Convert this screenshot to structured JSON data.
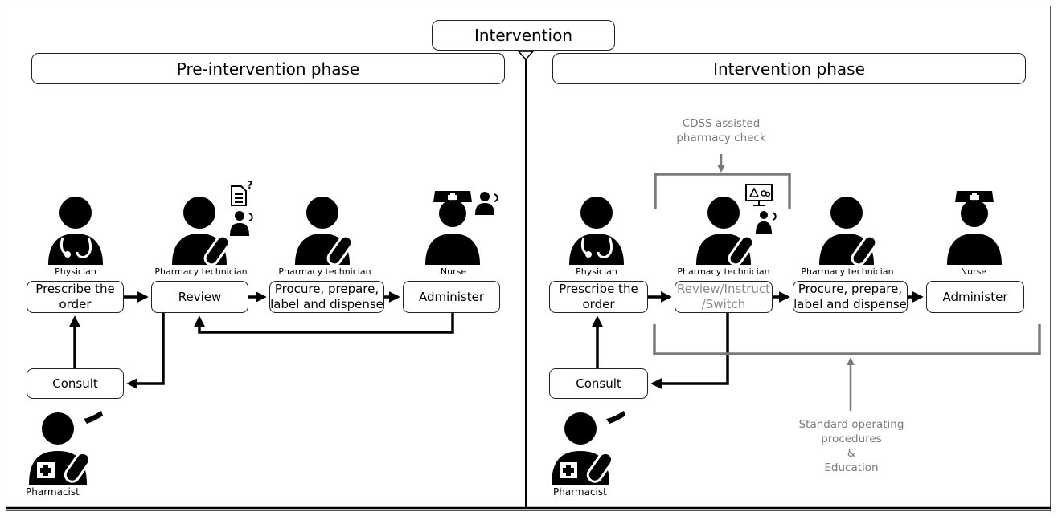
{
  "header": {
    "title": "Intervention"
  },
  "phases": {
    "pre": {
      "title": "Pre-intervention phase"
    },
    "intervention": {
      "title": "Intervention phase"
    }
  },
  "pre": {
    "roles": {
      "physician": "Physician",
      "tech1": "Pharmacy technician",
      "tech2": "Pharmacy technician",
      "nurse": "Nurse",
      "pharmacist": "Pharmacist"
    },
    "steps": {
      "prescribe": "Prescribe the\norder",
      "review": "Review",
      "procure": "Procure, prepare,\nlabel and dispense",
      "administer": "Administer",
      "consult": "Consult"
    }
  },
  "post": {
    "roles": {
      "physician": "Physician",
      "tech1": "Pharmacy technician",
      "tech2": "Pharmacy technician",
      "nurse": "Nurse",
      "pharmacist": "Pharmacist"
    },
    "steps": {
      "prescribe": "Prescribe the\norder",
      "review": "Review/Instruct\n/Switch",
      "procure": "Procure, prepare,\nlabel and dispense",
      "administer": "Administer",
      "consult": "Consult"
    },
    "notes": {
      "cdss": "CDSS assisted\npharmacy check",
      "sop": "Standard operating\nprocedures\n&\nEducation"
    }
  },
  "icons": [
    "physician-icon",
    "pharmacy-technician-icon",
    "nurse-icon",
    "pharmacist-icon",
    "document-question-icon",
    "monitor-warning-icon",
    "phone-icon"
  ],
  "colors": {
    "line": "#000000",
    "annotation": "#7a7a7a",
    "muted_text": "#8a8a8a"
  }
}
